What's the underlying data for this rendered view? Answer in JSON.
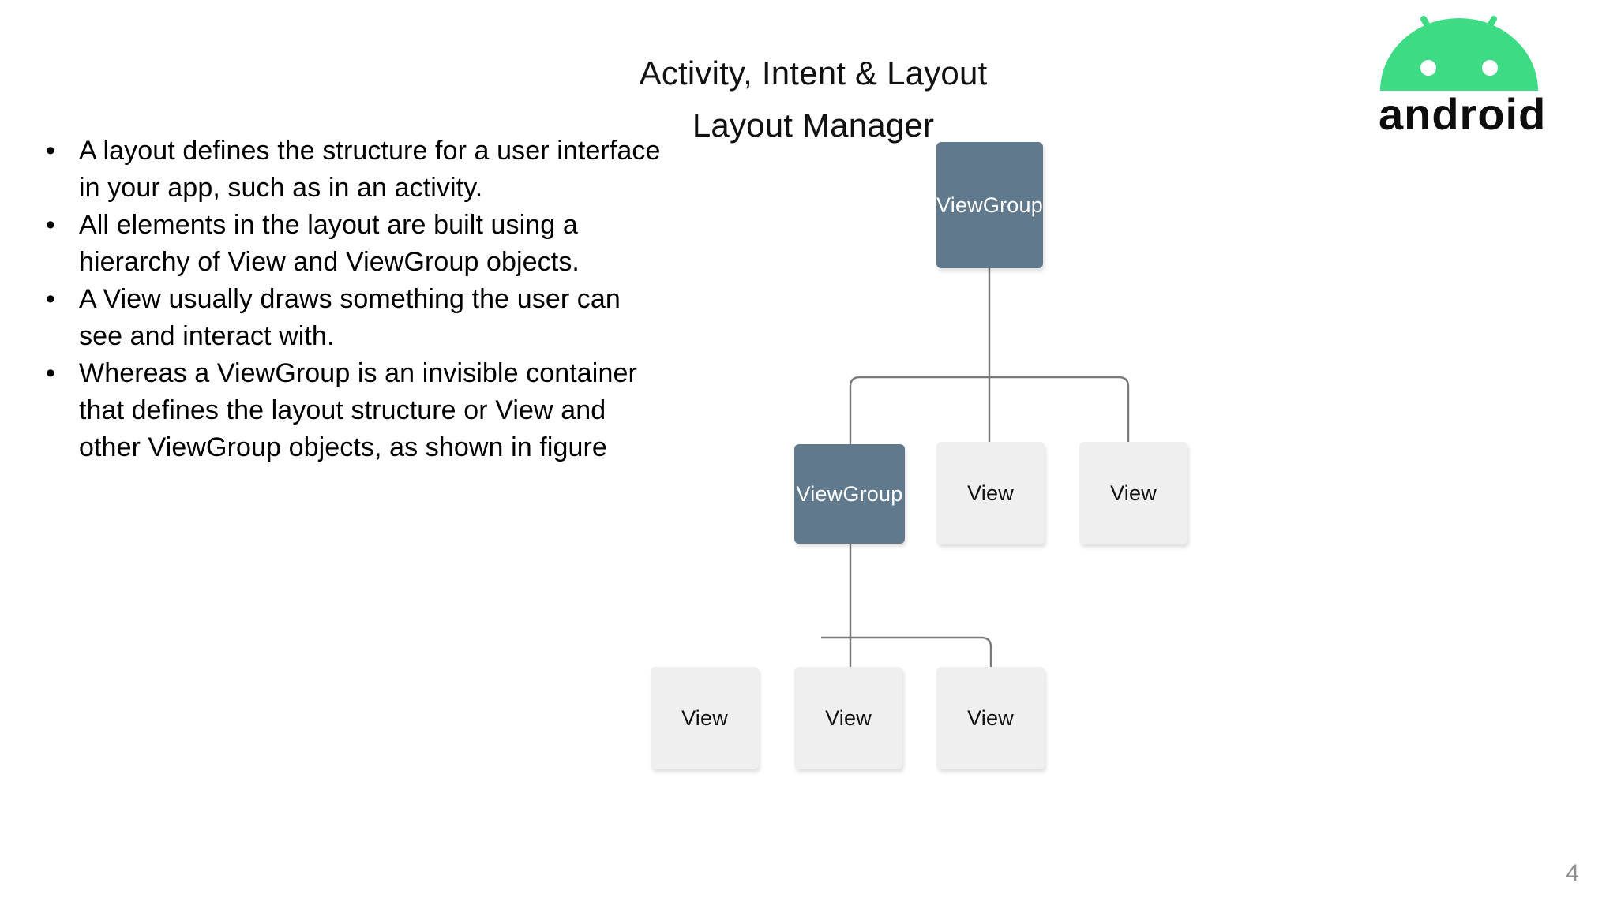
{
  "slide": {
    "title_lines": [
      "Activity, Intent & Layout",
      "Layout Manager"
    ],
    "page_number": "4",
    "bullet_marker": "•",
    "bullets": [
      "A layout defines the structure for a user interface in your app, such as in an activity.",
      "All elements in the layout are built using a hierarchy of View and ViewGroup objects.",
      "A View usually draws something the user can see and interact with.",
      "Whereas a ViewGroup is an invisible container that defines the layout structure or View and other ViewGroup objects, as shown in figure"
    ]
  },
  "logo": {
    "name": "android-logo",
    "wordmark": "android",
    "robot_color": "#3ddc84",
    "wordmark_color": "#0d0d0d"
  },
  "diagram": {
    "title": "View / ViewGroup hierarchy",
    "colors": {
      "group_fill": "#60798c",
      "group_text": "#ffffff",
      "view_fill": "#efefef",
      "view_text": "#111111",
      "connector": "#7a7a7a"
    },
    "nodes": [
      {
        "id": "root",
        "label": "ViewGroup",
        "type": "group",
        "level": 0
      },
      {
        "id": "vg2",
        "label": "ViewGroup",
        "type": "group",
        "level": 1
      },
      {
        "id": "v2a",
        "label": "View",
        "type": "view",
        "level": 1
      },
      {
        "id": "v2b",
        "label": "View",
        "type": "view",
        "level": 1
      },
      {
        "id": "v3a",
        "label": "View",
        "type": "view",
        "level": 2
      },
      {
        "id": "v3b",
        "label": "View",
        "type": "view",
        "level": 2
      },
      {
        "id": "v3c",
        "label": "View",
        "type": "view",
        "level": 2
      }
    ],
    "edges": [
      {
        "from": "root",
        "to": "vg2"
      },
      {
        "from": "root",
        "to": "v2a"
      },
      {
        "from": "root",
        "to": "v2b"
      },
      {
        "from": "vg2",
        "to": "v3a"
      },
      {
        "from": "vg2",
        "to": "v3b"
      },
      {
        "from": "vg2",
        "to": "v3c"
      }
    ]
  }
}
